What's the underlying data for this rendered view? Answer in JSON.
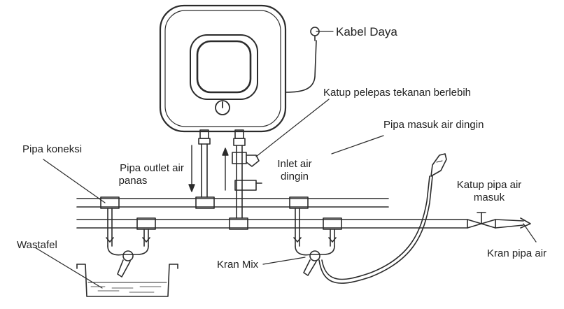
{
  "labels": {
    "power_cable": "Kabel Daya",
    "relief_valve": "Katup pelepas tekanan berlebih",
    "cold_inlet_pipe": "Pipa masuk air dingin",
    "connection_pipe": "Pipa koneksi",
    "hot_outlet_line1": "Pipa outlet air",
    "hot_outlet_line2": "panas",
    "cold_inlet_line1": "Inlet air",
    "cold_inlet_line2": "dingin",
    "inlet_valve_line1": "Katup pipa air",
    "inlet_valve_line2": "masuk",
    "sink": "Wastafel",
    "mix_tap": "Kran Mix",
    "supply_tap": "Kran pipa air"
  }
}
